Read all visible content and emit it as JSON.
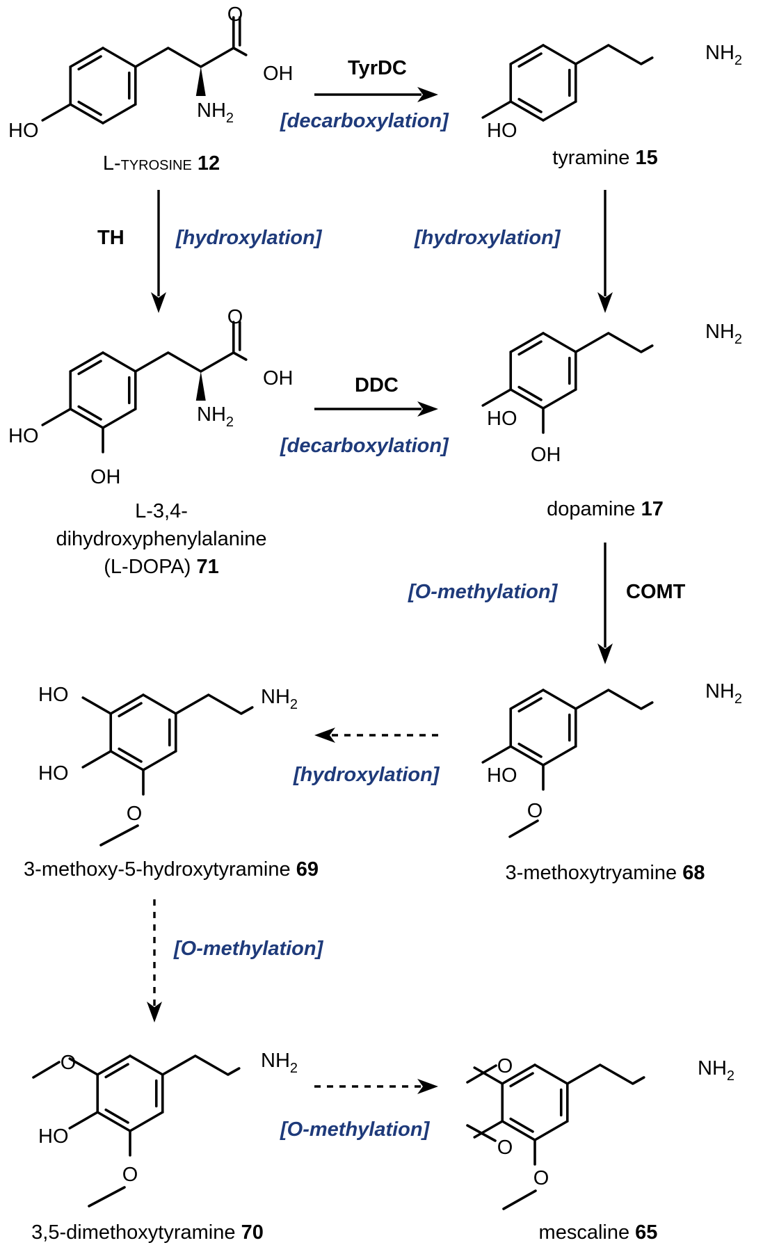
{
  "compounds": {
    "tyrosine": {
      "name": "L-tyrosine",
      "number": "12"
    },
    "tyramine": {
      "name": "tyramine",
      "number": "15"
    },
    "ldopa": {
      "line1": "L-3,4-",
      "line2": "dihydroxyphenylalanine",
      "line3": "(L-DOPA)",
      "number": "71"
    },
    "dopamine": {
      "name": "dopamine",
      "number": "17"
    },
    "mht": {
      "name": "3-methoxy-5-hydroxytyramine",
      "number": "69"
    },
    "mt": {
      "name": "3-methoxytryamine",
      "number": "68"
    },
    "dmt": {
      "name": "3,5-dimethoxytyramine",
      "number": "70"
    },
    "mescaline": {
      "name": "mescaline",
      "number": "65"
    }
  },
  "atoms": {
    "HO": "HO",
    "OH": "OH",
    "O": "O",
    "NH": "NH",
    "sub2": "2"
  },
  "enzymes": {
    "tyrdc": "TyrDC",
    "th": "TH",
    "ddc": "DDC",
    "comt": "COMT"
  },
  "reactions": {
    "tyr_to_tyramine": "[decarboxylation]",
    "tyr_to_ldopa": "[hydroxylation]",
    "tyramine_to_dopamine": "[hydroxylation]",
    "ldopa_to_dopamine": "[decarboxylation]",
    "dopamine_to_mt": "[O-methylation]",
    "mt_to_mht": "[hydroxylation]",
    "mht_to_dmt": "[O-methylation]",
    "dmt_to_mescaline": "[O-methylation]"
  },
  "arrow_styles": {
    "tyr_to_tyramine": "solid",
    "tyr_to_ldopa": "solid",
    "tyramine_to_dopamine": "solid",
    "ldopa_to_dopamine": "solid",
    "dopamine_to_mt": "solid",
    "mt_to_mht": "dashed",
    "mht_to_dmt": "dashed",
    "dmt_to_mescaline": "dashed"
  },
  "colors": {
    "reaction_text": "#1e3a7a",
    "structure": "#000000"
  }
}
